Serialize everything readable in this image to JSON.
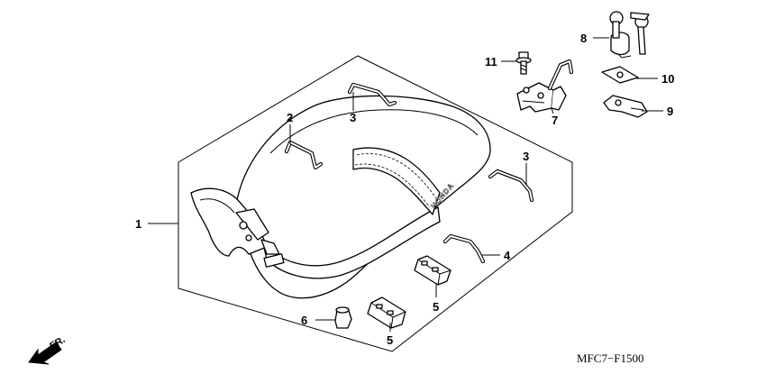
{
  "diagram_code": "MFC7−F1500",
  "direction_label": "FR.",
  "seat_brand": "HONDA",
  "callouts": {
    "c1": "1",
    "c2": "2",
    "c3a": "3",
    "c3b": "3",
    "c4": "4",
    "c5a": "5",
    "c5b": "5",
    "c6": "6",
    "c7": "7",
    "c8": "8",
    "c9": "9",
    "c10": "10",
    "c11": "11"
  },
  "icons": {
    "direction": "front-arrow-icon"
  }
}
